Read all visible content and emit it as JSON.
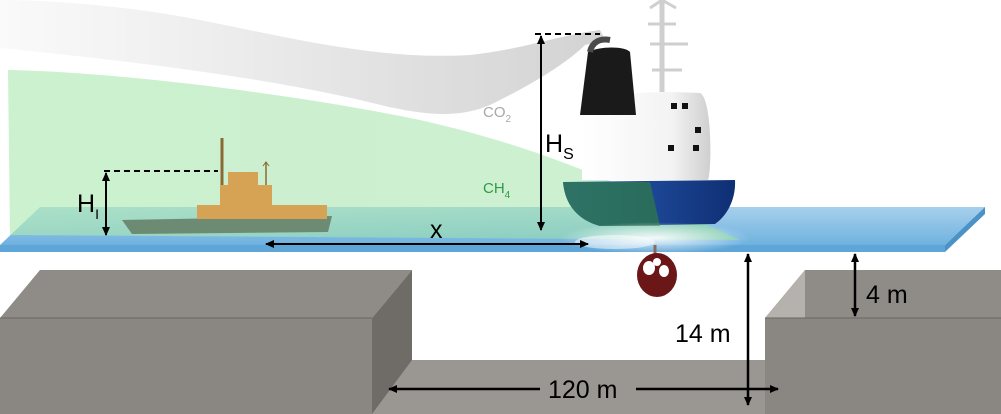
{
  "labels": {
    "co2": {
      "main": "CO",
      "sub": "2"
    },
    "ch4": {
      "main": "CH",
      "sub": "4"
    },
    "stack_height": {
      "main": "H",
      "sub": "S"
    },
    "inlet_height": {
      "main": "H",
      "sub": "I"
    },
    "distance": "x",
    "channel_width": "120 m",
    "channel_depth": "14 m",
    "bank_depth": "4 m"
  },
  "colors": {
    "co2_plume": "#d4d4d4",
    "ch4_plume": "#9fe3a6",
    "water": "#8ec3e6",
    "ground_top": "#8f8b87",
    "ground_side": "#6f6b67",
    "hull": "#1d4aa0",
    "hull_bottom": "#1f6a3a",
    "funnel": "#1a1a1a",
    "propeller": "#6b1717",
    "small_boat": "#d6a253",
    "co2_text": "#a8a8a8",
    "ch4_text": "#2f9a48"
  }
}
